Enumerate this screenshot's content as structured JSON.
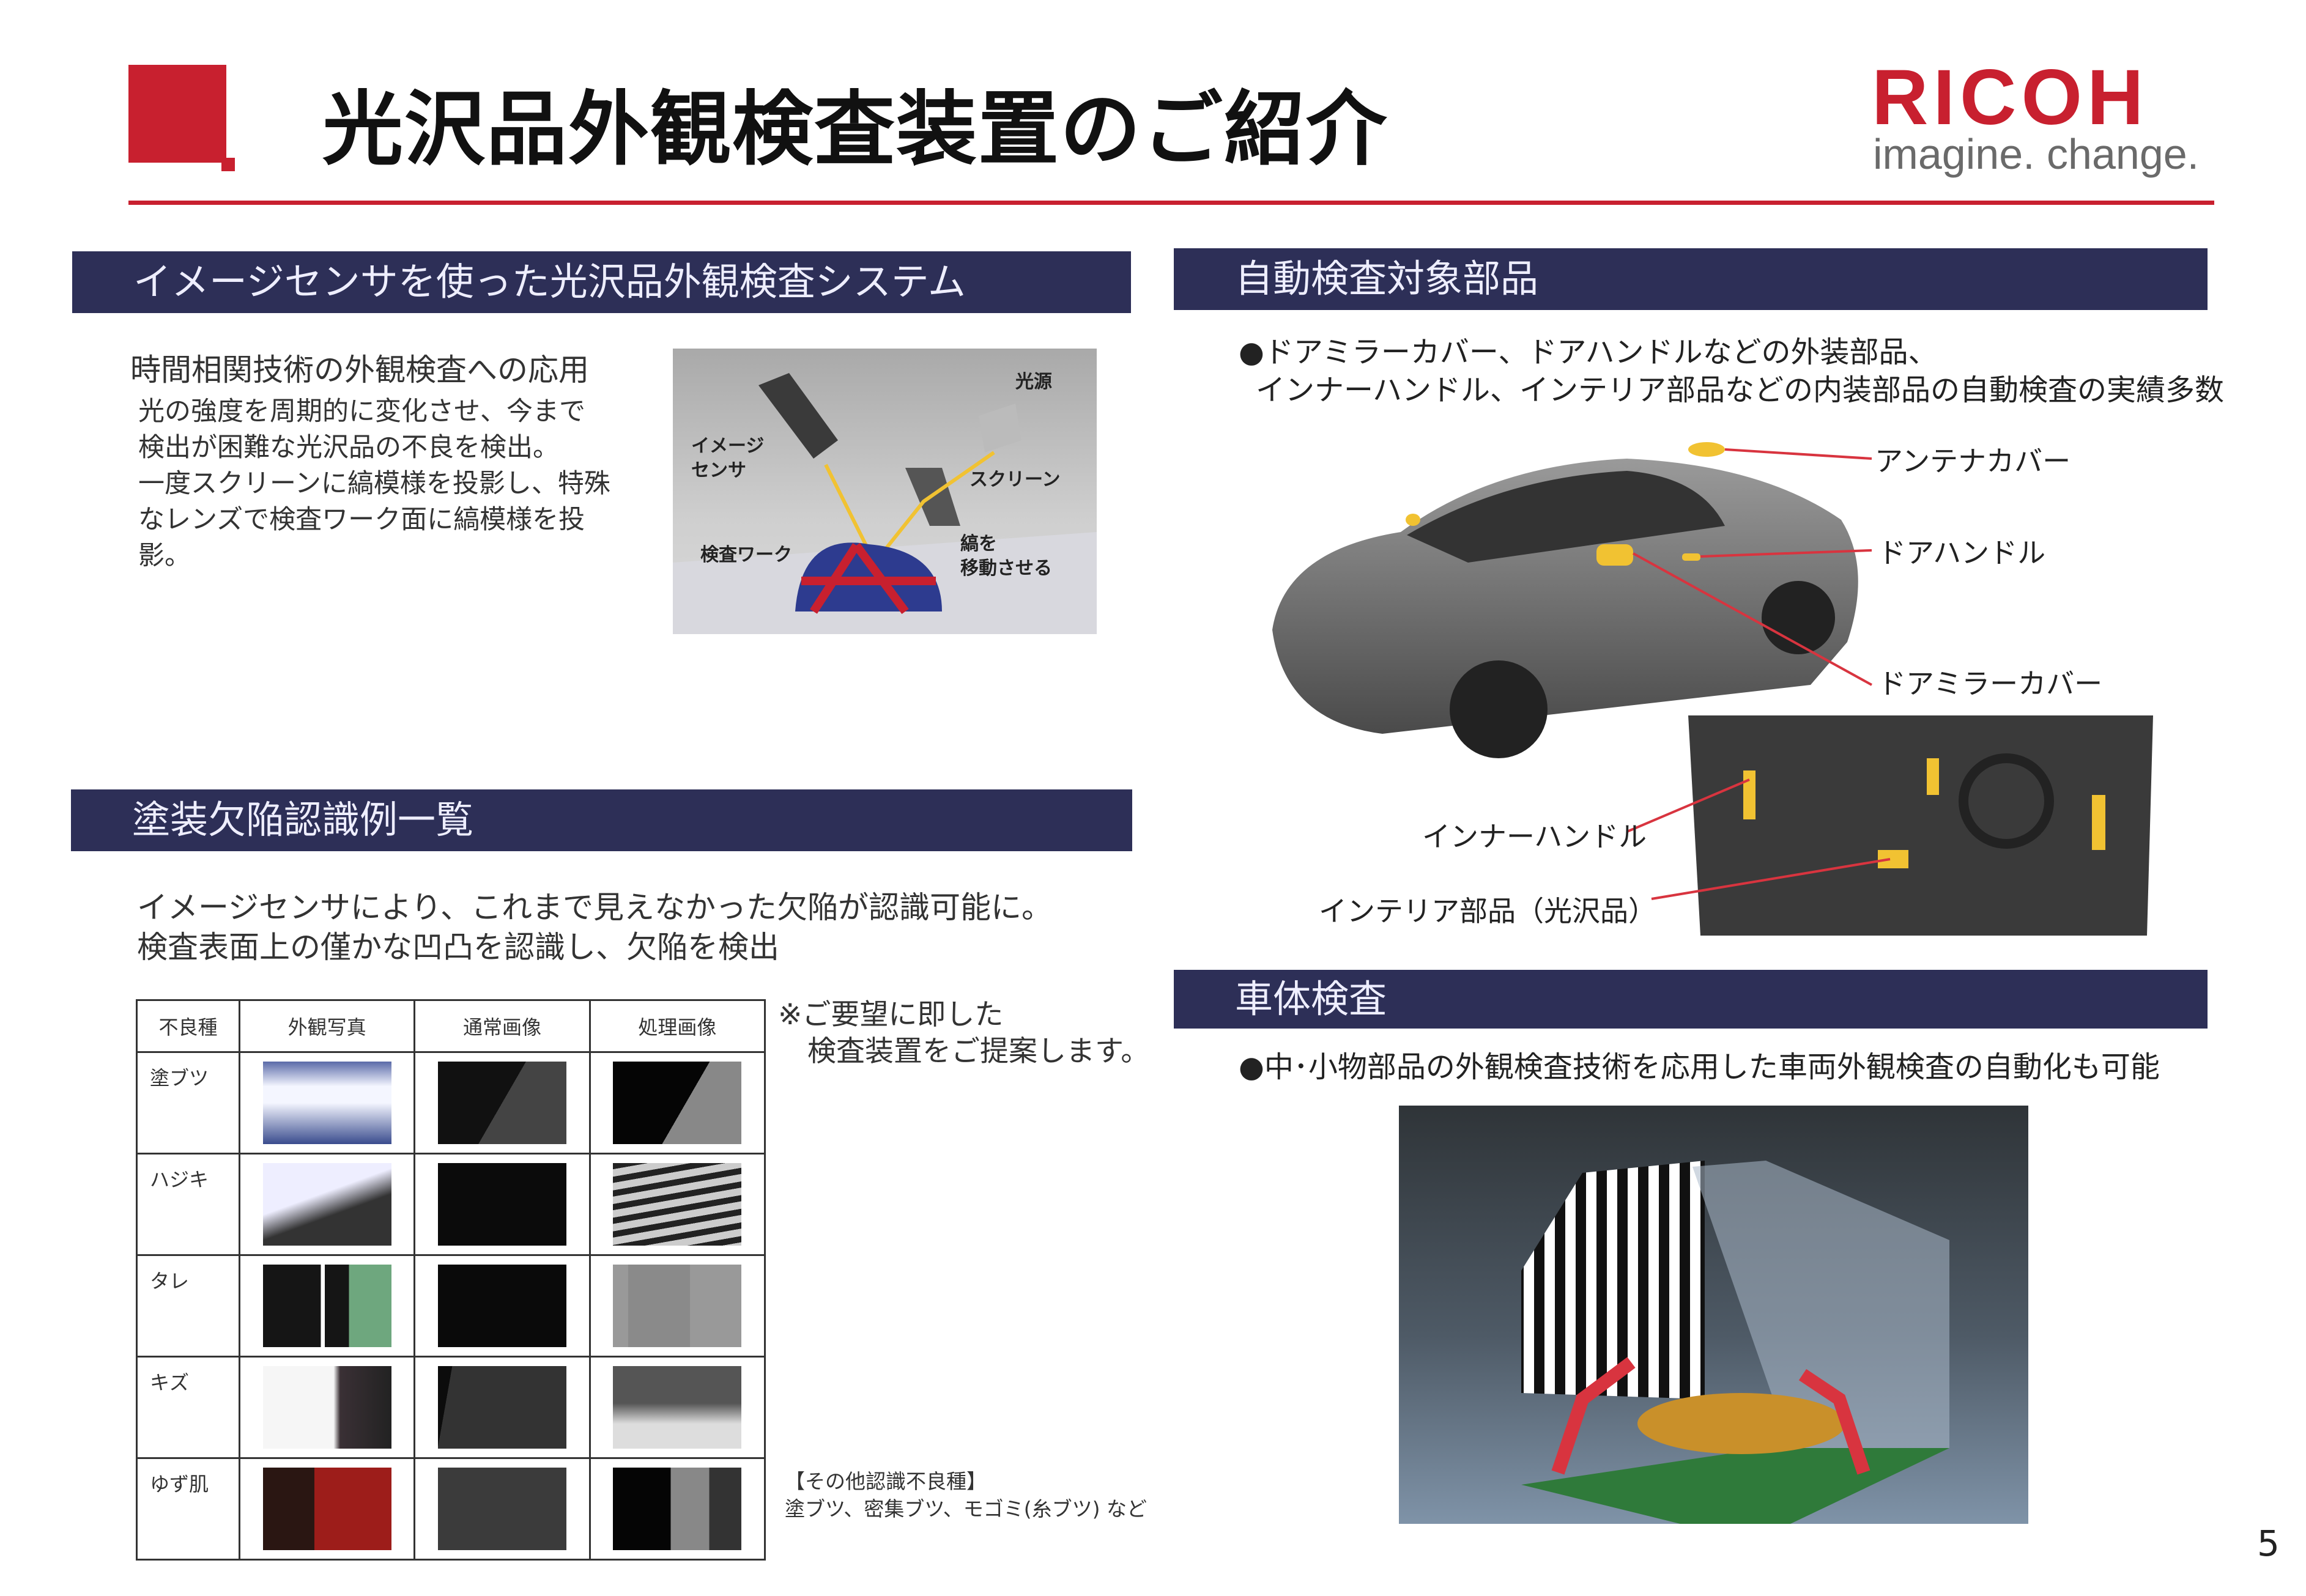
{
  "header": {
    "title": "光沢品外観検査装置のご紹介",
    "logo": {
      "brand": "RICOH",
      "tagline": "imagine. change."
    },
    "accent_color": "#c8202f",
    "bar_color": "#2d2f57"
  },
  "left_top": {
    "section_title": "イメージセンサを使った光沢品外観検査システム",
    "subheading": "時間相関技術の外観検査への応用",
    "body_lines": [
      "光の強度を周期的に変化させ、今まで",
      "検出が困難な光沢品の不良を検出。",
      "一度スクリーンに縞模様を投影し、特殊",
      "なレンズで検査ワーク面に縞模様を投",
      "影。"
    ],
    "diagram_labels": {
      "light": "光源",
      "sensor": [
        "イメージ",
        "センサ"
      ],
      "screen": "スクリーン",
      "work": "検査ワーク",
      "move": [
        "縞を",
        "移動させる"
      ]
    }
  },
  "left_bottom": {
    "section_title": "塗装欠陥認識例一覧",
    "intro_lines": [
      "イメージセンサにより、これまで見えなかった欠陥が認識可能に。",
      "検査表面上の僅かな凹凸を認識し、欠陥を検出"
    ],
    "table": {
      "headers": [
        "不良種",
        "外観写真",
        "通常画像",
        "処理画像"
      ],
      "rows": [
        "塗ブツ",
        "ハジキ",
        "タレ",
        "キズ",
        "ゆず肌"
      ]
    },
    "note_lines": [
      "※ご要望に即した",
      "検査装置をご提案します。"
    ],
    "other_lines": [
      "【その他認識不良種】",
      "塗ブツ、密集ブツ、モゴミ(糸ブツ) など"
    ]
  },
  "right_top": {
    "section_title": "自動検査対象部品",
    "bullet_lines": [
      "●ドアミラーカバー、ドアハンドルなどの外装部品、",
      "インナーハンドル、インテリア部品などの内装部品の自動検査の実績多数"
    ],
    "callouts": [
      "アンテナカバー",
      "ドアハンドル",
      "ドアミラーカバー",
      "インナーハンドル",
      "インテリア部品（光沢品）"
    ]
  },
  "right_bottom": {
    "section_title": "車体検査",
    "bullet": "●中･小物部品の外観検査技術を応用した車両外観検査の自動化も可能"
  },
  "page_number": "5"
}
